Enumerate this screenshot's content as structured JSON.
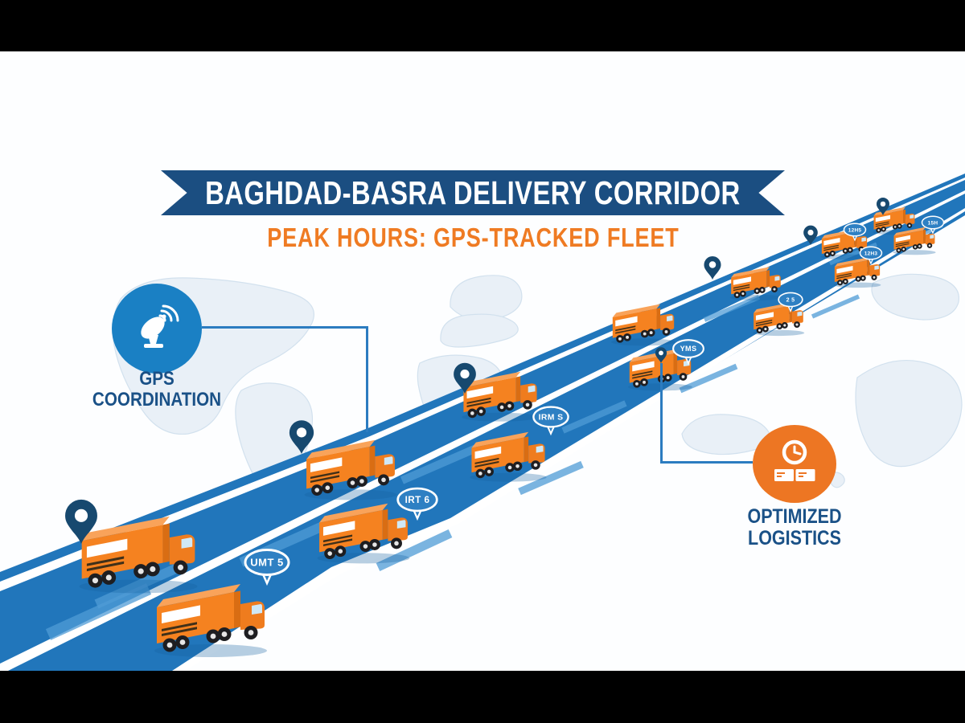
{
  "banner": {
    "title": "BAGHDAD-BASRA DELIVERY CORRIDOR"
  },
  "subtitle": {
    "text": "PEAK HOURS: GPS-TRACKED FLEET"
  },
  "callouts": {
    "gps": {
      "line1": "GPS",
      "line2": "COORDINATION",
      "icon": "satellite-dish-icon",
      "circle_color": "#1a80c4"
    },
    "logistics": {
      "line1": "OPTIMIZED",
      "line2": "LOGISTICS",
      "icon": "clock-cargo-icon",
      "circle_color": "#ed7623"
    }
  },
  "fleet_badges": [
    {
      "label": "UMT 5"
    },
    {
      "label": "IRT 6"
    },
    {
      "label": "IRM S"
    },
    {
      "label": "YMS"
    },
    {
      "label": "2 5"
    },
    {
      "label": "12H5"
    },
    {
      "label": "12H3"
    },
    {
      "label": "15H"
    }
  ],
  "scene": {
    "truck_count": 14,
    "pin_count": 7,
    "colors": {
      "road_blue": "#2176bb",
      "lane_marking_white": "#ffffff",
      "speed_dash_blue": "#4f9cd6",
      "truck_orange": "#f58220",
      "pin_navy": "#17496f",
      "badge_blue": "#2e80c3",
      "banner_navy": "#1b4e81",
      "subtitle_orange": "#ef7b23",
      "label_blue": "#1a5187",
      "map_tint": "#e9f0f7",
      "letterbox_black": "#000000"
    }
  }
}
